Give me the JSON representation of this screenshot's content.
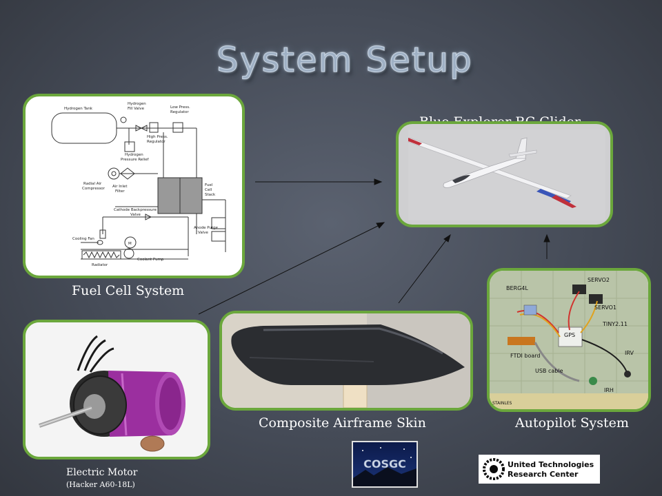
{
  "slide": {
    "title": "System Setup"
  },
  "labels": {
    "glider": "Blue Explorer RC Glider",
    "fuel_cell": "Fuel Cell System",
    "airframe": "Composite Airframe Skin",
    "autopilot": "Autopilot System",
    "motor_title": "Electric Motor",
    "motor_model": "(Hacker A60-18L)"
  },
  "schematic": {
    "hydrogen_tank": "Hydrogen Tank",
    "fill_valve_1": "Hydrogen",
    "fill_valve_2": "Fill Valve",
    "low_press_1": "Low Press.",
    "low_press_2": "Regulator",
    "high_press_1": "High Press.",
    "high_press_2": "Regulator",
    "relief_1": "Hydrogen",
    "relief_2": "Pressure Relief",
    "compressor_1": "Radial Air",
    "compressor_2": "Compressor",
    "inlet_1": "Air Inlet",
    "inlet_2": "Filter",
    "stack_1": "Fuel",
    "stack_2": "Cell",
    "stack_3": "Stack",
    "cathode_1": "Cathode Backpressure",
    "cathode_2": "Valve",
    "purge_1": "Anode Purge",
    "purge_2": "Valve",
    "cooling_fan": "Cooling Fan",
    "radiator": "Radiator",
    "pump": "Coolant Pump",
    "motor_symbol": "M"
  },
  "autopilot_board": {
    "servo2": "SERVO2",
    "servo1": "SERVO1",
    "berg": "BERG4L",
    "gps": "GPS",
    "tiny": "TINY2.11",
    "ftdi": "FTDI board",
    "irv": "IRV",
    "usb": "USB cable",
    "irh": "IRH",
    "ruler": "STAINLES"
  },
  "logos": {
    "cosgc": "COSGC",
    "utrc_line1": "United Technologies",
    "utrc_line2": "Research Center"
  },
  "colors": {
    "frame_border": "#6ba73c",
    "background": "#454b57",
    "motor_purple": "#9b2f9f"
  }
}
